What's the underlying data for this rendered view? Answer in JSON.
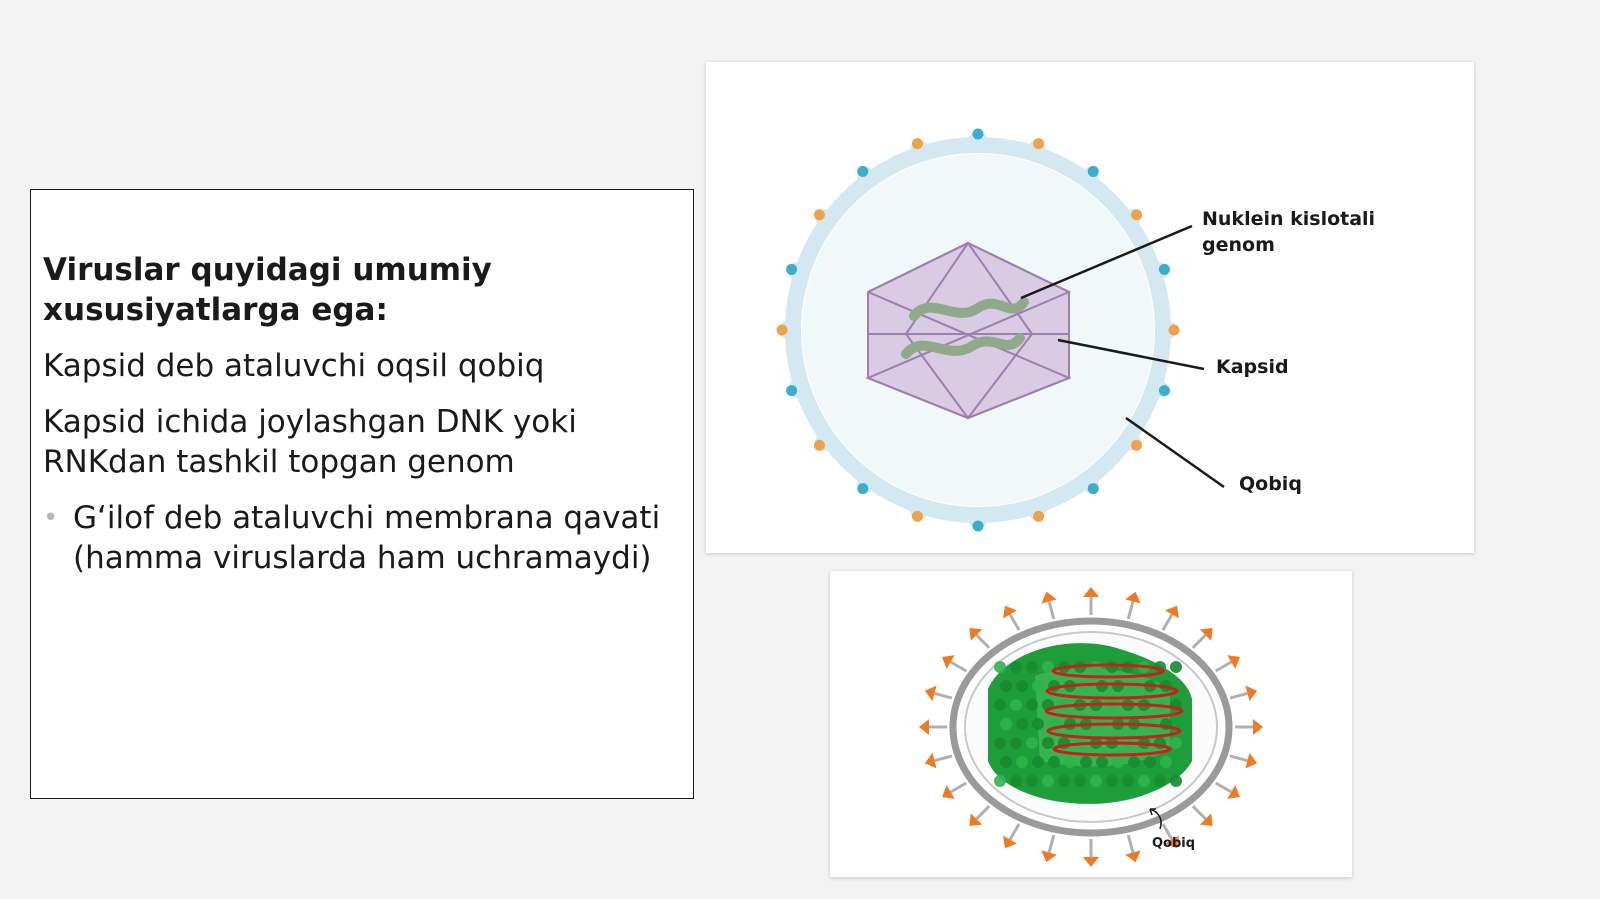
{
  "slide": {
    "heading": "Viruslar quyidagi umumiy xususiyatlarga ega:",
    "points": [
      "Kapsid deb ataluvchi oqsil qobiq",
      "Kapsid ichida joylashgan DNK yoki RNKdan tashkil topgan genom"
    ],
    "bullet": "G‘ilof deb ataluvchi membrana qavati (hamma viruslarda ham uchramaydi)"
  },
  "diagram1": {
    "label_genome_line1": "Nuklein kislotali",
    "label_genome_line2": "genom",
    "label_capsid": "Kapsid",
    "label_envelope": "Qobiq",
    "colors": {
      "envelope": "#cfe6ef",
      "capsid_fill": "#cdb7d9",
      "capsid_stroke": "#9b7fae",
      "genome": "#8fa98a",
      "spike_blue": "#3aaecb",
      "spike_orange": "#f0a24a"
    }
  },
  "diagram2": {
    "label_envelope": "Qobiq",
    "colors": {
      "spike": "#f07a22",
      "membrane": "#9a9a9a",
      "capsid": "#1e9e3a",
      "rna": "#c8201c"
    }
  }
}
